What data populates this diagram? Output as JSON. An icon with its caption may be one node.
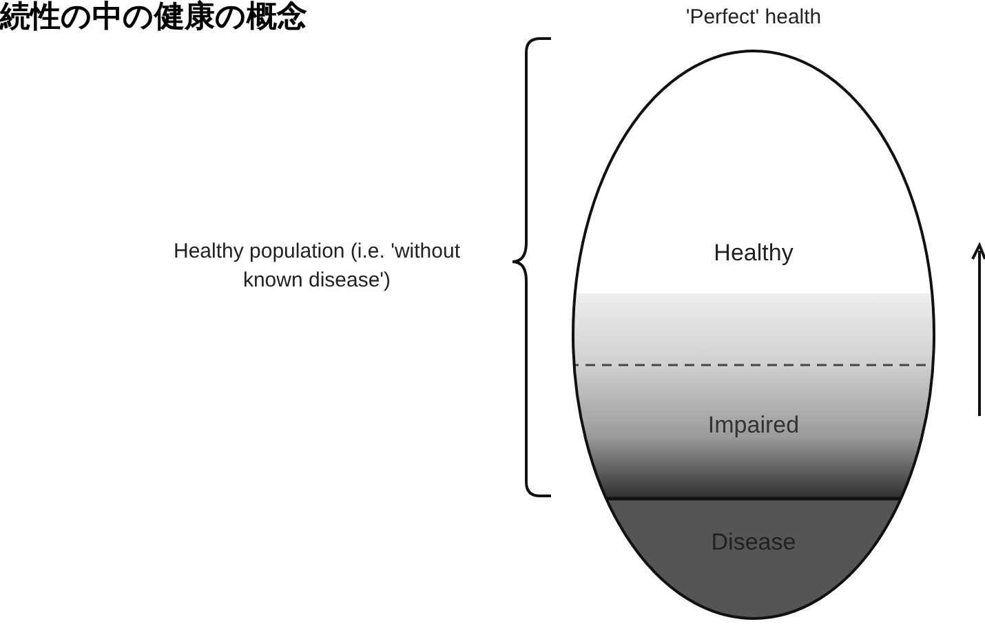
{
  "diagram": {
    "title": "続性の中の健康の概念",
    "nodes": [
      {
        "text": [
          "'Perfect' health",
          "Healthy",
          "Impaired",
          "Disease"
        ]
      }
    ],
    "labels": [
      "Healthy population (i.e. 'without known disease')"
    ]
  }
}
